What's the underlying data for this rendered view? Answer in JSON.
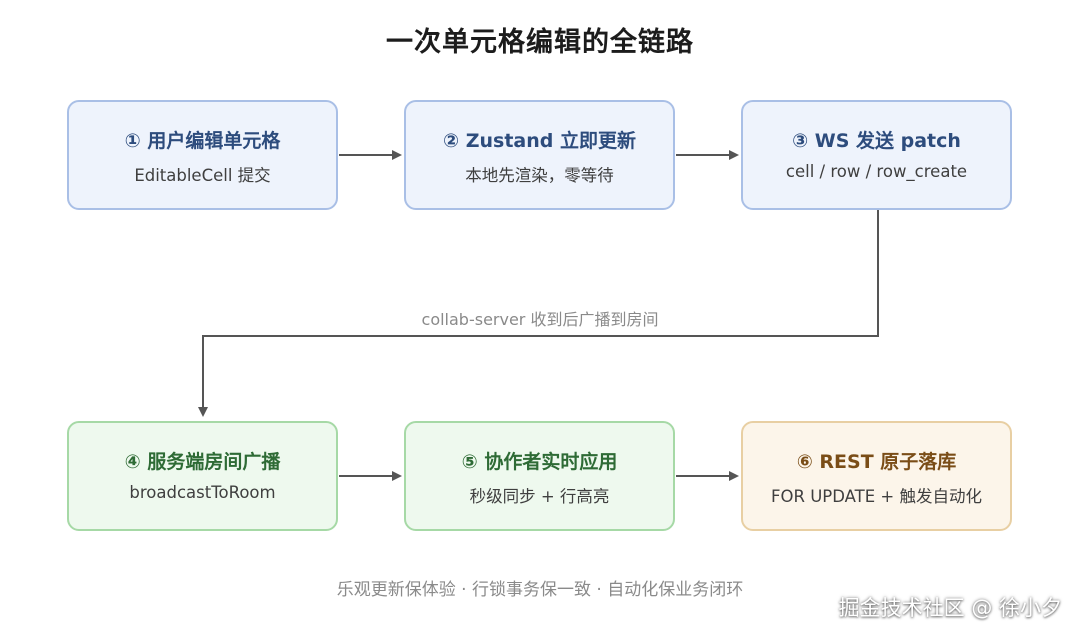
{
  "title": "一次单元格编辑的全链路",
  "steps": [
    {
      "title": "① 用户编辑单元格",
      "subtitle": "EditableCell 提交",
      "color": "blue"
    },
    {
      "title": "② Zustand 立即更新",
      "subtitle": "本地先渲染，零等待",
      "color": "blue"
    },
    {
      "title": "③ WS 发送 patch",
      "subtitle": "cell / row / row_create",
      "color": "blue"
    },
    {
      "title": "④ 服务端房间广播",
      "subtitle": "broadcastToRoom",
      "color": "green"
    },
    {
      "title": "⑤ 协作者实时应用",
      "subtitle": "秒级同步 + 行高亮",
      "color": "green"
    },
    {
      "title": "⑥ REST 原子落库",
      "subtitle": "FOR UPDATE + 触发自动化",
      "color": "orange"
    }
  ],
  "edge_label": "collab-server 收到后广播到房间",
  "footer": "乐观更新保体验 · 行锁事务保一致 · 自动化保业务闭环",
  "watermark": "掘金技术社区 @ 徐小夕",
  "colors": {
    "blue_fill": "#eef3fc",
    "blue_border": "#a9bfe6",
    "green_fill": "#eef9ee",
    "green_border": "#a6d9a6",
    "orange_fill": "#fcf5ea",
    "orange_border": "#e8cfa3",
    "arrow": "#555555"
  }
}
